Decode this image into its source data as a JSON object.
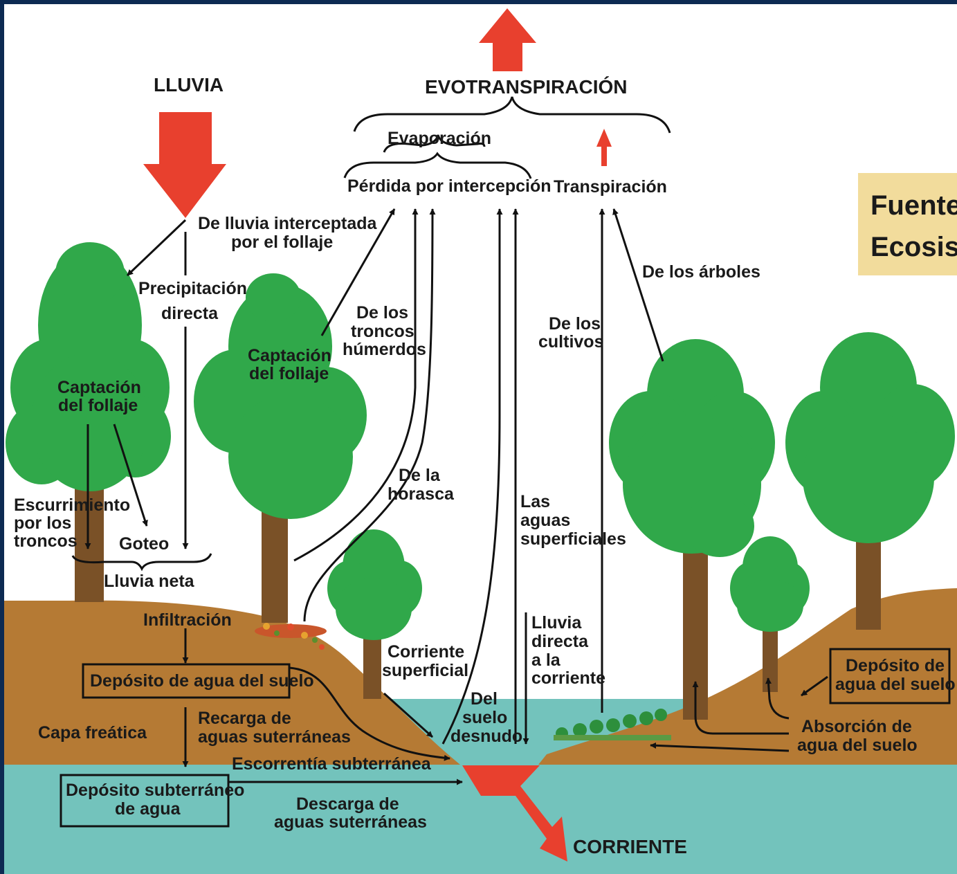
{
  "colors": {
    "frame": "#0d2a52",
    "sky": "#ffffff",
    "soil": "#b57a34",
    "groundwater": "#73c3bc",
    "foliage": "#30a84a",
    "trunk": "#7a5127",
    "arrow_red": "#e8402e",
    "note_bg": "#f2dc9c"
  },
  "icons": [
    "up-arrow-icon",
    "down-arrow-icon",
    "tree-icon",
    "leaf-litter-icon",
    "crops-icon"
  ],
  "labels": {
    "lluvia": "LLUVIA",
    "evotranspiracion": "EVOTRANSPIRACIÓN",
    "evaporacion": "Evaporación",
    "perdida_intercepcion": "Pérdida por intercepción",
    "transpiracion": "Transpiración",
    "interceptada": [
      "De lluvia interceptada",
      "por el follaje"
    ],
    "precipitacion": [
      "Precipitación",
      "directa"
    ],
    "captacion_left": [
      "Captación",
      "del follaje"
    ],
    "captacion_mid": [
      "Captación",
      "del follaje"
    ],
    "troncos_humedos": [
      "De los",
      "troncos",
      "húmerdos"
    ],
    "horasca": [
      "De la",
      "horasca"
    ],
    "cultivos": [
      "De los",
      "cultivos"
    ],
    "arboles": "De los árboles",
    "aguas_superficiales": [
      "Las",
      "aguas",
      "superficiales"
    ],
    "escurrimiento": [
      "Escurrimiento",
      "por los",
      "troncos"
    ],
    "goteo": "Goteo",
    "lluvia_neta": "Lluvia neta",
    "infiltracion": "Infiltración",
    "deposito_suelo": "Depósito de agua del suelo",
    "deposito_suelo_right": [
      "Depósito de",
      "agua del suelo"
    ],
    "capa_freatica": "Capa freática",
    "recarga": [
      "Recarga de",
      "aguas suterráneas"
    ],
    "escorrentia": "Escorrentía subterránea",
    "deposito_subterraneo": [
      "Depósito subterráneo",
      "de agua"
    ],
    "descarga": [
      "Descarga de",
      "aguas suterráneas"
    ],
    "corriente": "CORRIENTE",
    "corriente_superficial": [
      "Corriente",
      "superficial"
    ],
    "suelo_desnudo": [
      "Del",
      "suelo",
      "desnudo"
    ],
    "lluvia_directa": [
      "Lluvia",
      "directa",
      "a la",
      "corriente"
    ],
    "absorcion": [
      "Absorción de",
      "agua del suelo"
    ]
  },
  "side_note": [
    "Fuente",
    "Ecosist"
  ]
}
